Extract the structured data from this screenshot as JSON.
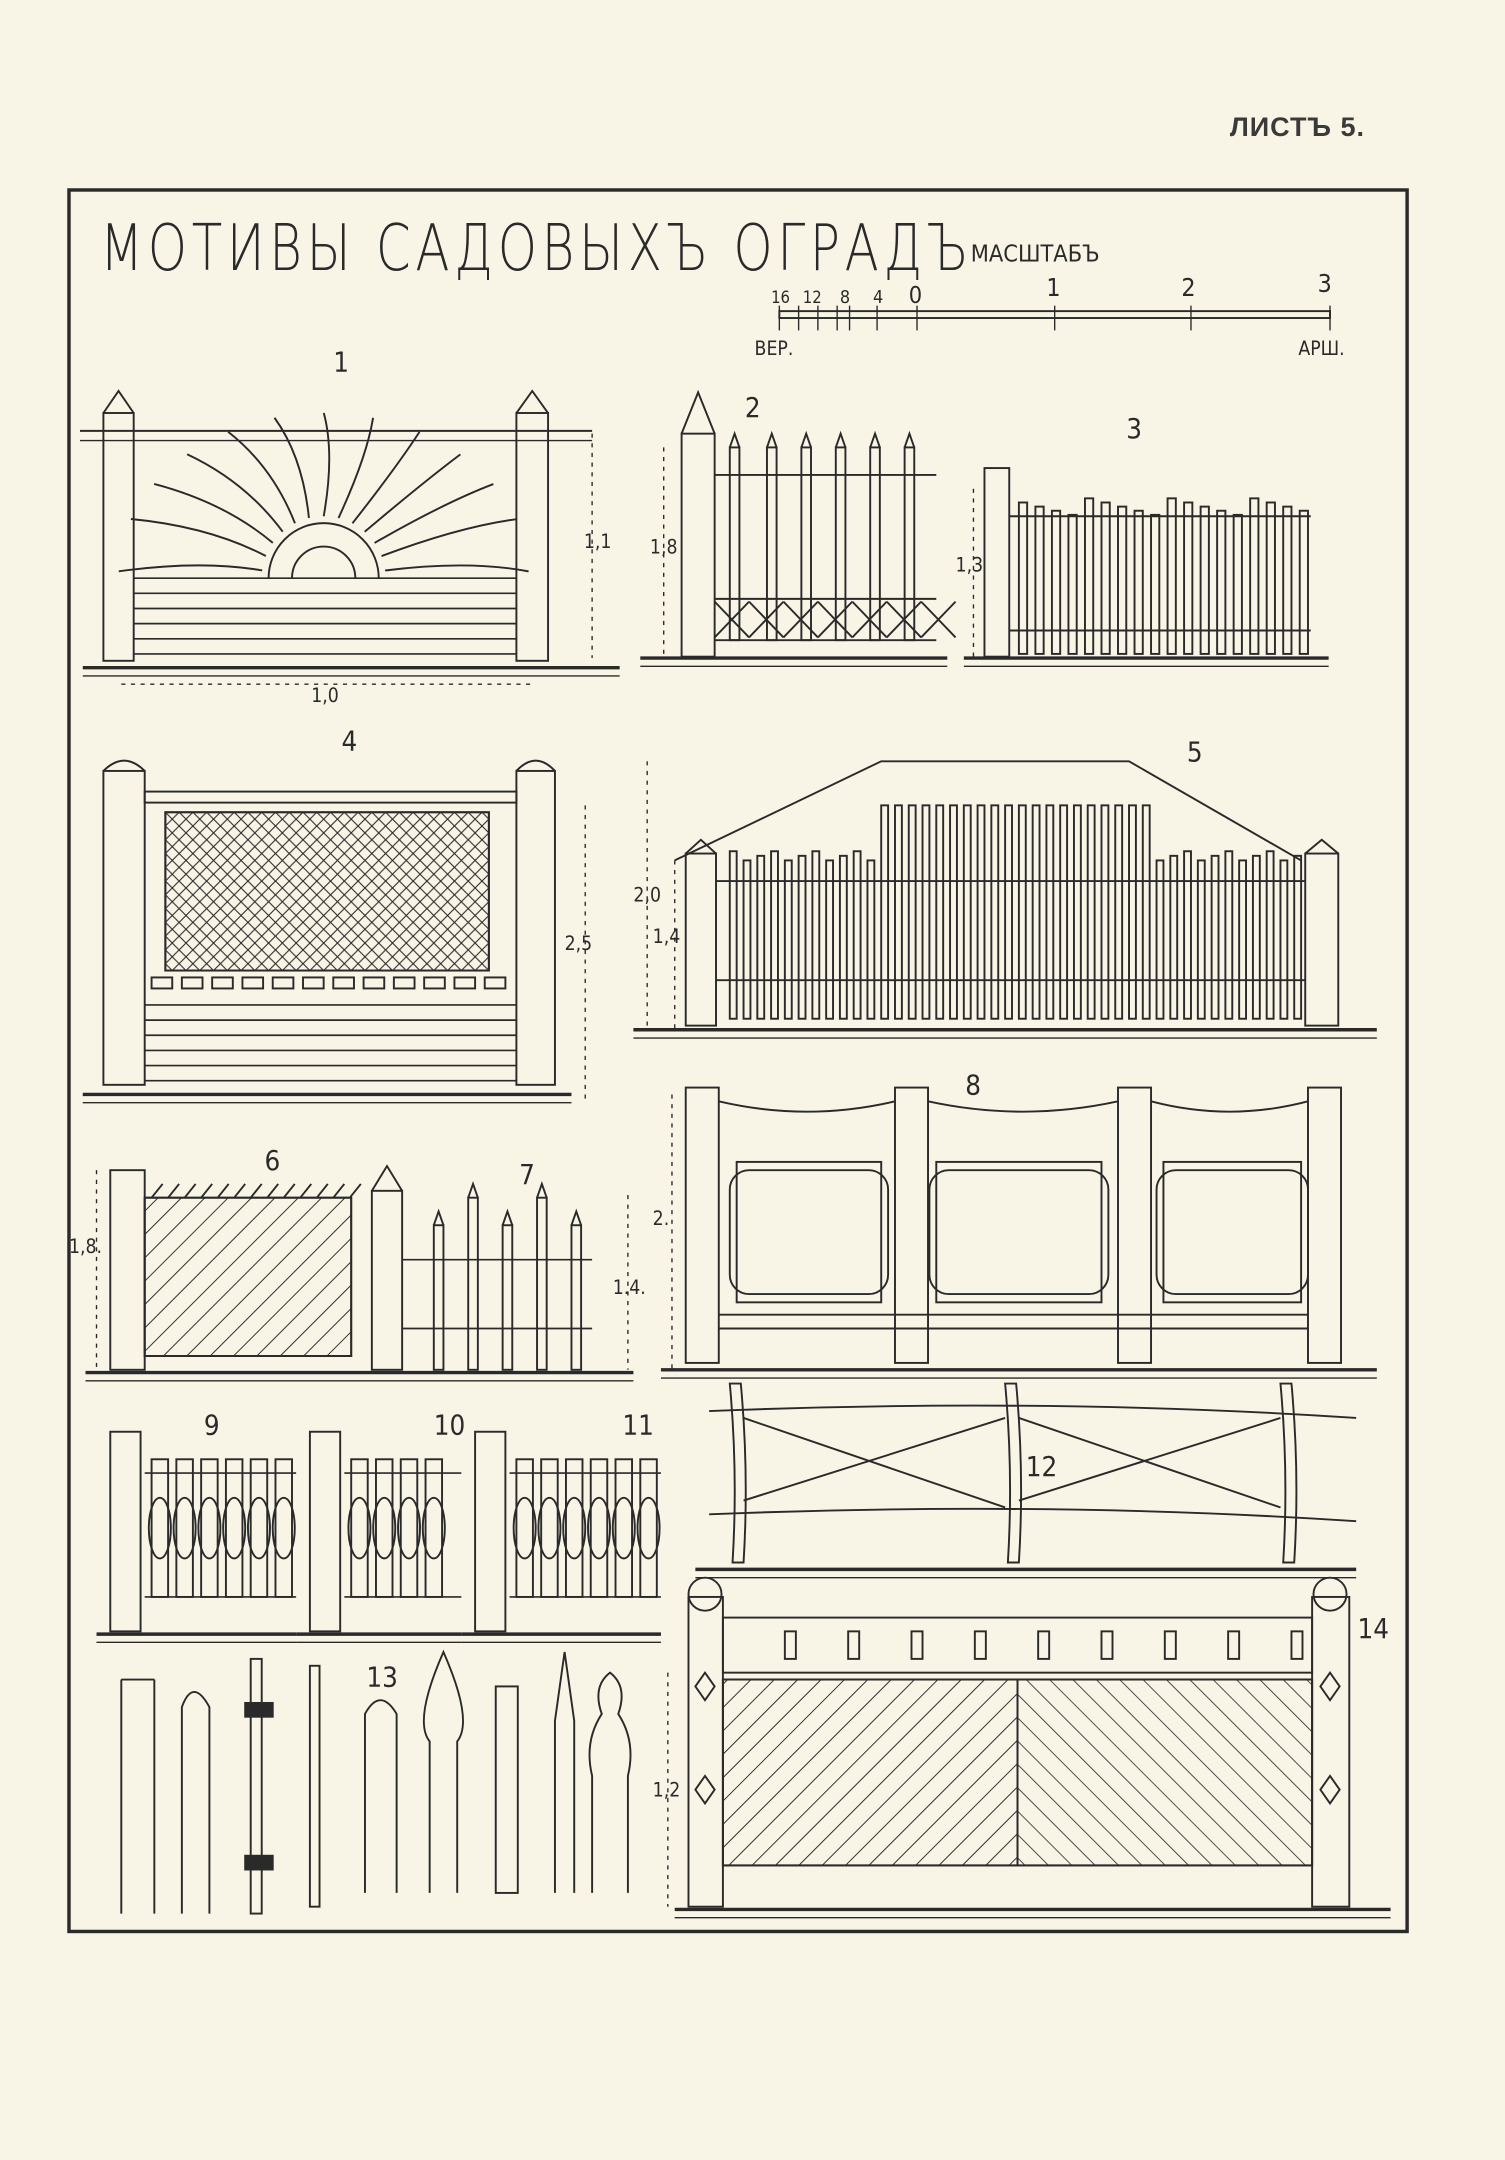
{
  "sheet_label": "ЛИСТЪ 5.",
  "title": "МОТИВЫ САДОВЫХЪ ОГРАДЪ",
  "scale": {
    "label": "МАСШТАБЪ",
    "left_ticks": [
      "16",
      "12",
      "8",
      "4",
      "0"
    ],
    "right_ticks": [
      "1",
      "2",
      "3"
    ],
    "left_unit": "ВЕР.",
    "right_unit": "АРШ."
  },
  "figures": [
    "1",
    "2",
    "3",
    "4",
    "5",
    "6",
    "7",
    "8",
    "9",
    "10",
    "11",
    "12",
    "13",
    "14"
  ],
  "dimensions": {
    "fig1_height": "1,1",
    "fig1_width": "1,0",
    "fig2_height": "1,8",
    "fig3_height": "1,3",
    "fig4_height": "2,5",
    "fig5_height_total": "2,0",
    "fig5_height_fence": "1,4",
    "fig6_height": "1,8.",
    "fig7_height": "1.4.",
    "fig8_height": "2.",
    "fig14_height": "1,2"
  },
  "colors": {
    "paper": "#f8f4e6",
    "ink": "#2a2a2a"
  }
}
